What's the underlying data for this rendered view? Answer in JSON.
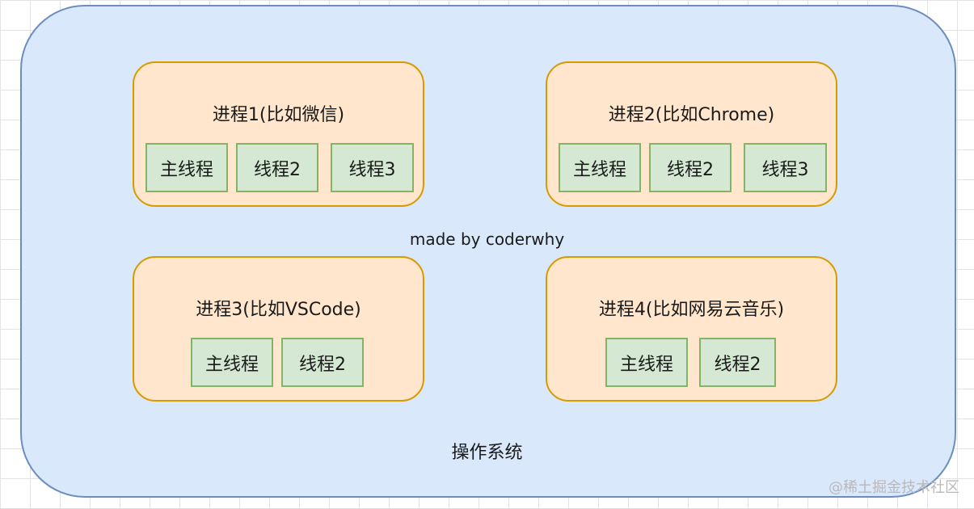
{
  "diagram": {
    "caption": "made by coderwhy",
    "os_label": "操作系统",
    "processes": [
      {
        "title": "进程1(比如微信)",
        "threads": [
          "主线程",
          "线程2",
          "线程3"
        ]
      },
      {
        "title": "进程2(比如Chrome)",
        "threads": [
          "主线程",
          "线程2",
          "线程3"
        ]
      },
      {
        "title": "进程3(比如VSCode)",
        "threads": [
          "主线程",
          "线程2"
        ]
      },
      {
        "title": "进程4(比如网易云音乐)",
        "threads": [
          "主线程",
          "线程2"
        ]
      }
    ]
  },
  "watermark": "@稀土掘金技术社区",
  "colors": {
    "os_fill": "#dae8fc",
    "os_stroke": "#6c8ebf",
    "process_fill": "#ffe6cc",
    "process_stroke": "#d79b00",
    "thread_fill": "#d5e8d4",
    "thread_stroke": "#82b366"
  }
}
